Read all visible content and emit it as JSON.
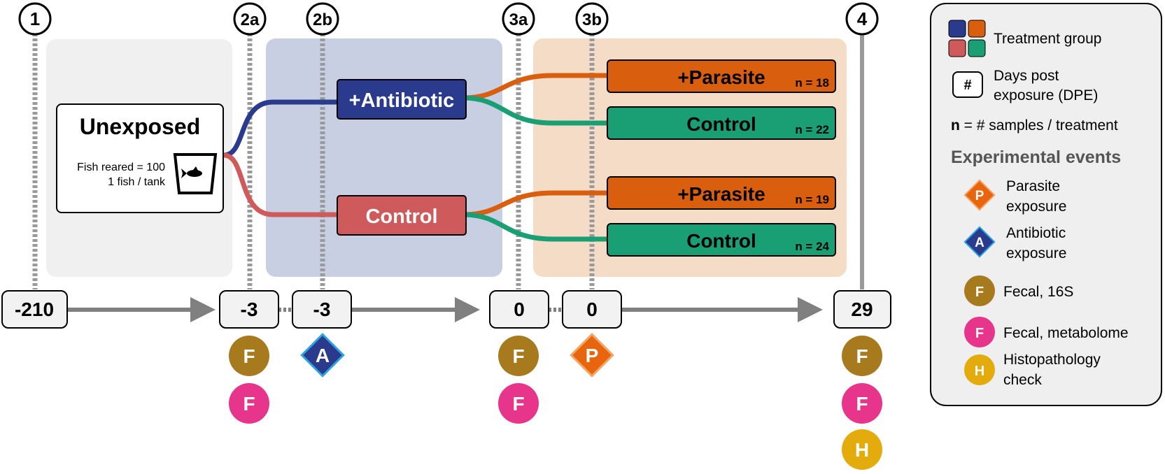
{
  "steps": {
    "s1": "1",
    "s2a": "2a",
    "s2b": "2b",
    "s3a": "3a",
    "s3b": "3b",
    "s4": "4"
  },
  "timeline": {
    "d1": "-210",
    "d2a": "-3",
    "d2b": "-3",
    "d3a": "0",
    "d3b": "0",
    "d4": "29"
  },
  "unexposed": {
    "title": "Unexposed",
    "line1": "Fish reared = 100",
    "line2": "1 fish / tank"
  },
  "groups": {
    "antibiotic": "+Antibiotic",
    "control": "Control"
  },
  "final_groups": [
    {
      "label": "+Parasite",
      "n": "n = 18"
    },
    {
      "label": "Control",
      "n": "n = 22"
    },
    {
      "label": "+Parasite",
      "n": "n = 19"
    },
    {
      "label": "Control",
      "n": "n = 24"
    }
  ],
  "legend": {
    "treatment_group": "Treatment group",
    "dpe_symbol": "#",
    "dpe_line1": "Days post",
    "dpe_line2": "exposure (DPE)",
    "n_bold": "n",
    "n_rest": " = # samples / treatment",
    "events_heading": "Experimental events",
    "parasite_line1": "Parasite",
    "parasite_line2": "exposure",
    "antibiotic_line1": "Antibiotic",
    "antibiotic_line2": "exposure",
    "fecal16s": "Fecal, 16S",
    "fecalmet": "Fecal, metabolome",
    "histo_line1": "Histopathology",
    "histo_line2": "check"
  },
  "markers": {
    "P": "P",
    "A": "A",
    "F": "F",
    "H": "H"
  },
  "colors": {
    "blue": "#2a3a8c",
    "red": "#cf5a5c",
    "orange": "#d95f0e",
    "green": "#1a9e74",
    "brown": "#a87a1e",
    "pink": "#e8358c",
    "gold": "#e3ab0c",
    "blue_bg": "#c8cfe2",
    "orange_bg": "#f5dcc6",
    "gray_bg": "#f0f0f0"
  }
}
